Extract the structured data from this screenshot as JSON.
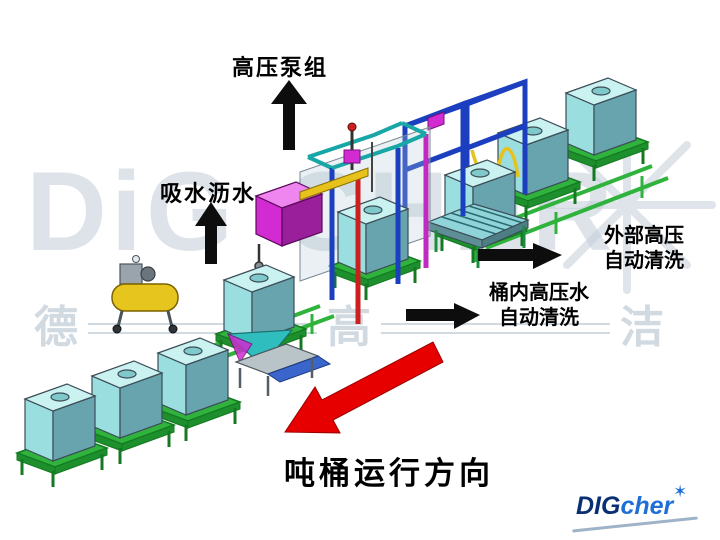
{
  "labels": {
    "pump_group": "高压泵组",
    "absorb_drain": "吸水沥水",
    "external_clean": {
      "line1": "外部高压",
      "line2": "自动清洗"
    },
    "internal_clean": {
      "line1": "桶内高压水",
      "line2": "自动清洗"
    },
    "direction": "吨桶运行方向"
  },
  "watermark": {
    "brand_part1": "DiG",
    "brand_part2": "CHER",
    "cn_left": "德",
    "cn_mid": "高",
    "cn_right": "洁"
  },
  "logo": {
    "dig": "DIG",
    "cher": "cher",
    "star": "✶"
  },
  "colors": {
    "tote_front": "#9adedf",
    "tote_top": "#c9f2f0",
    "tote_side": "#68a4ae",
    "conveyor_green": "#2fb33c",
    "frame_blue": "#1b3fbf",
    "accent_magenta": "#d12bd1",
    "post_red": "#cc1f1f",
    "compressor_yellow": "#e6c51e",
    "arrow_black": "#0d0d0d",
    "arrow_red": "#e60000",
    "watermark_gray": "#c2cdd8",
    "logo_navy": "#0a2f73",
    "logo_blue": "#1f6fd6"
  }
}
